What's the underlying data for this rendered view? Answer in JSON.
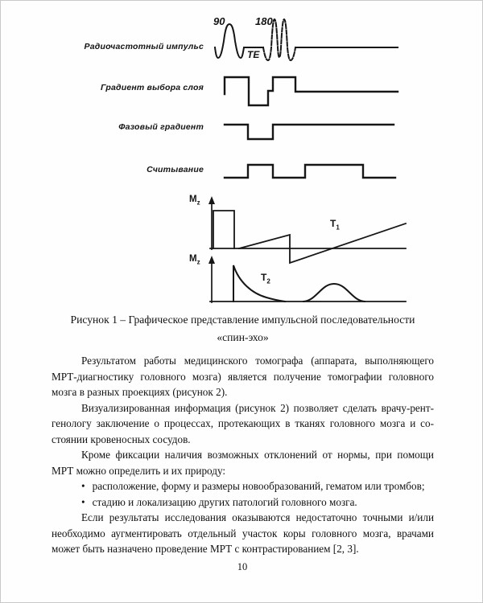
{
  "colors": {
    "ink": "#111111",
    "paper": "#fefefe"
  },
  "figure": {
    "row_labels": [
      "Радиочастотный импульс",
      "Градиент выбора слоя",
      "Фазовый градиент",
      "Считывание"
    ],
    "annotations": {
      "pulse_90": "90",
      "pulse_180": "180",
      "te": "TE",
      "m": "M",
      "m_sub": "z",
      "t": "T",
      "t1_sub": "1",
      "t2_sub": "2"
    }
  },
  "caption": {
    "line1": "Рисунок 1 – Графическое представление импульсной последовательности",
    "line2": "«спин-эхо»"
  },
  "body": {
    "blocks": [
      {
        "lines": [
          "Результатом работы медицинского томографа (аппарата, выполняющего",
          "МРТ-диагностику головного мозга) является получение томографии головного",
          "мозга в разных проекциях (рисунок 2)."
        ]
      },
      {
        "lines": [
          "Визуализированная информация (рисунок 2) позволяет сделать врачу-рент-",
          "генологу заключение о процессах, протекающих в тканях головного мозга и со-",
          "стоянии кровеносных сосудов."
        ]
      },
      {
        "lines": [
          "Кроме фиксации наличия возможных отклонений от нормы, при помощи",
          "МРТ можно определить и их природу:"
        ]
      },
      {
        "bullet": "расположение, форму и размеры новообразований, гематом или тромбов;"
      },
      {
        "bullet": "стадию и локализацию других патологий головного мозга."
      },
      {
        "lines": [
          "Если результаты исследования оказываются недостаточно точными и/или",
          "необходимо аугментировать отдельный участок коры головного мозга, врачами",
          "может быть назначено проведение МРТ с контрастированием [2, 3]."
        ]
      }
    ]
  },
  "page_number": "10"
}
